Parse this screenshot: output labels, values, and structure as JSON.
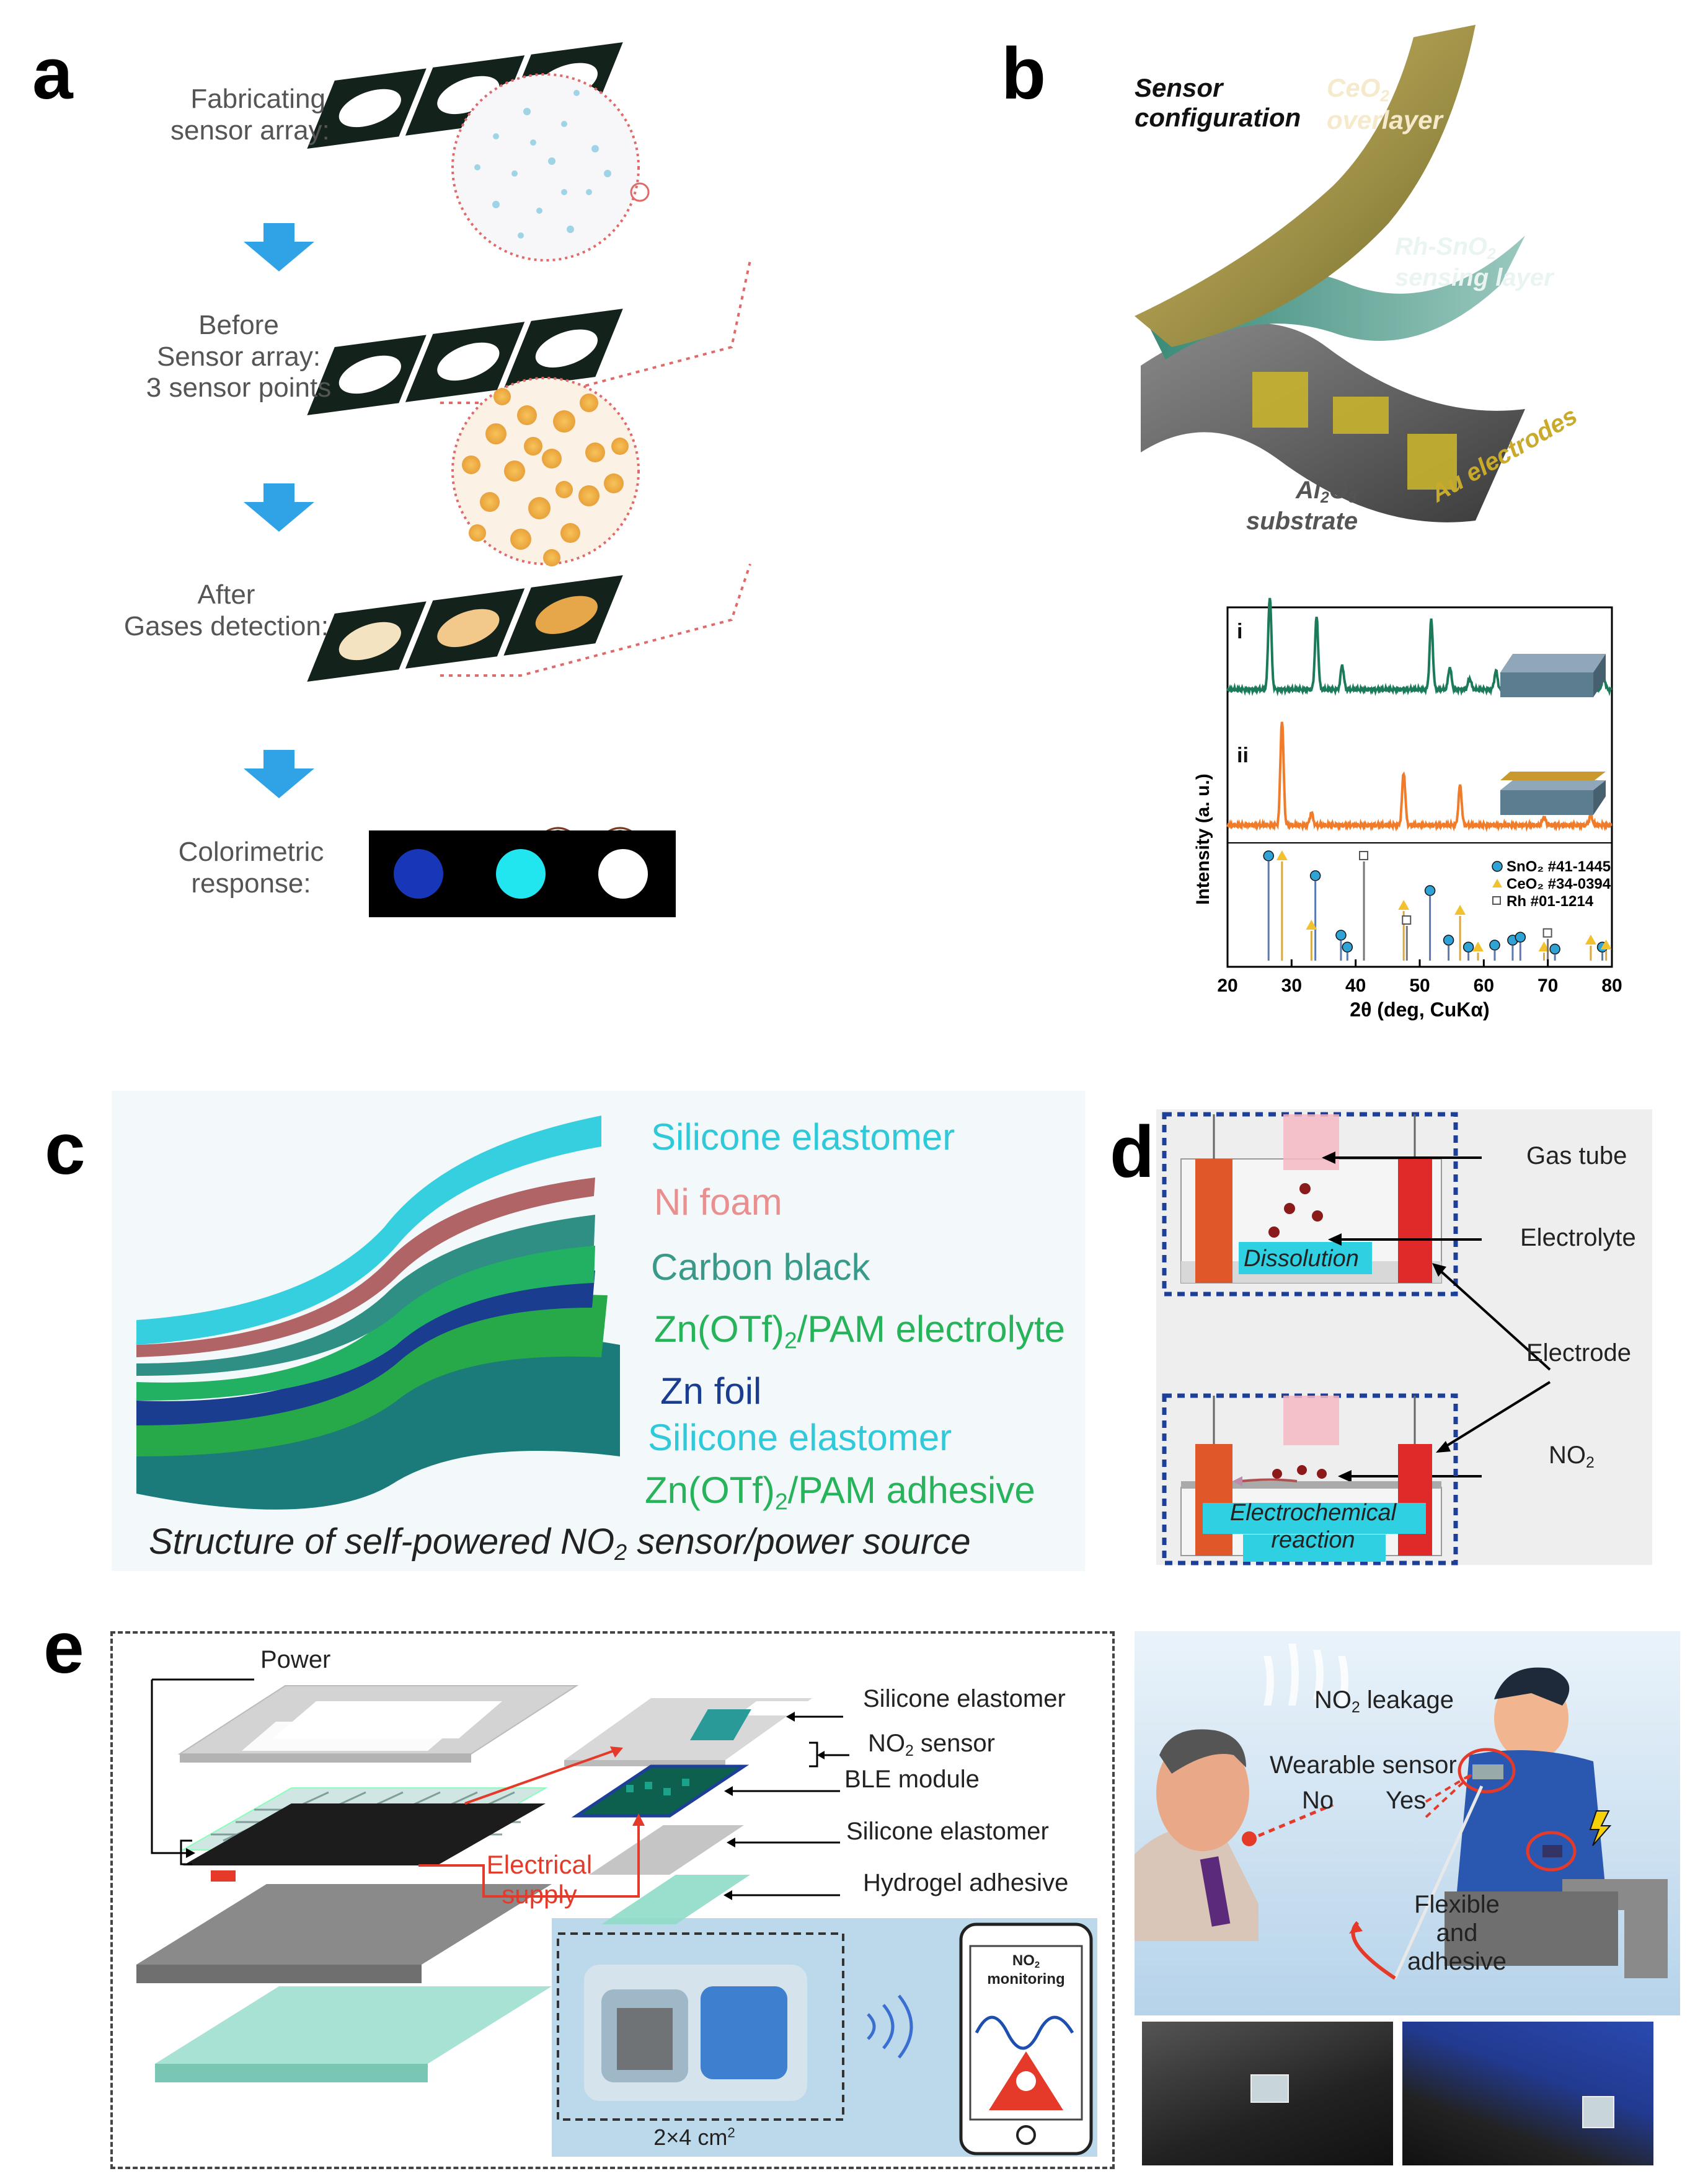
{
  "colors": {
    "arrow_blue": "#2fa3e6",
    "teal": "#2fc9d9",
    "pink": "#e98f8f",
    "green": "#26b35a",
    "dark_teal": "#3a9a8a",
    "navy": "#1b3d8f",
    "red": "#e53a2a",
    "xrd_green": "#1a7a5a",
    "xrd_orange": "#f07c2a"
  },
  "panel_a": {
    "label": "a",
    "steps": [
      {
        "line1": "Fabricating",
        "line2": "sensor array:",
        "line3": ""
      },
      {
        "line1": "Before",
        "line2": "Sensor array:",
        "line3": "3 sensor points"
      },
      {
        "line1": "After",
        "line2": "Gases detection:",
        "line3": ""
      },
      {
        "line1": "Colorimetric",
        "line2": "response:",
        "line3": ""
      }
    ],
    "response_dot_colors": [
      "#1736b8",
      "#21e6f0",
      "#ffffff"
    ]
  },
  "panel_b": {
    "label": "b",
    "config_title_1": "Sensor",
    "config_title_2": "configuration",
    "overlayer_1": "CeO",
    "overlayer_sub": "2",
    "overlayer_2": "overlayer",
    "sensing_1": "Rh-SnO",
    "sensing_sub": "2",
    "sensing_2": "sensing layer",
    "substrate_1": "Al",
    "substrate_sub1": "2",
    "substrate_mid": "O",
    "substrate_sub2": "3",
    "substrate_2": "substrate",
    "electrodes": "Au electrodes"
  },
  "chart_data": {
    "type": "line",
    "title": "",
    "xlabel": "2θ (deg, CuKα)",
    "ylabel": "Intensity (a. u.)",
    "xlim": [
      20,
      80
    ],
    "xticks": [
      "20",
      "30",
      "40",
      "50",
      "60",
      "70",
      "80"
    ],
    "series": [
      {
        "name": "i",
        "peaks": [
          [
            26.6,
            1.0
          ],
          [
            33.9,
            0.78
          ],
          [
            37.9,
            0.26
          ],
          [
            51.8,
            0.75
          ],
          [
            54.7,
            0.24
          ],
          [
            57.8,
            0.12
          ],
          [
            61.9,
            0.2
          ],
          [
            64.7,
            0.22
          ],
          [
            65.9,
            0.2
          ],
          [
            71.3,
            0.1
          ],
          [
            78.7,
            0.14
          ]
        ]
      },
      {
        "name": "ii",
        "peaks": [
          [
            28.5,
            1.0
          ],
          [
            33.1,
            0.12
          ],
          [
            47.5,
            0.5
          ],
          [
            56.3,
            0.38
          ],
          [
            69.4,
            0.08
          ],
          [
            76.7,
            0.1
          ]
        ]
      }
    ],
    "references": [
      {
        "name": "SnO₂ #41-1445",
        "marker": "circle",
        "color": "#2fa3d6",
        "positions": [
          [
            26.6,
            1.0
          ],
          [
            33.9,
            0.8
          ],
          [
            37.9,
            0.2
          ],
          [
            38.9,
            0.08
          ],
          [
            51.8,
            0.65
          ],
          [
            54.7,
            0.15
          ],
          [
            57.8,
            0.08
          ],
          [
            61.9,
            0.1
          ],
          [
            64.7,
            0.15
          ],
          [
            65.9,
            0.18
          ],
          [
            71.3,
            0.06
          ],
          [
            78.7,
            0.08
          ]
        ]
      },
      {
        "name": "CeO₂ #34-0394",
        "marker": "triangle",
        "color": "#f2c12e",
        "positions": [
          [
            28.5,
            1.0
          ],
          [
            33.1,
            0.3
          ],
          [
            47.5,
            0.5
          ],
          [
            56.3,
            0.45
          ],
          [
            59.1,
            0.08
          ],
          [
            69.4,
            0.08
          ],
          [
            76.7,
            0.15
          ],
          [
            79.1,
            0.1
          ]
        ]
      },
      {
        "name": "Rh #01-1214",
        "marker": "square",
        "color": "#9a9a9a",
        "positions": [
          [
            41.1,
            1.0
          ],
          [
            47.8,
            0.35
          ],
          [
            69.8,
            0.22
          ]
        ]
      }
    ]
  },
  "panel_c": {
    "label": "c",
    "layers": [
      {
        "parts": [
          "Silicone elastomer"
        ],
        "color": "#2fc9d9"
      },
      {
        "parts": [
          "Ni foam"
        ],
        "color": "#e98f8f"
      },
      {
        "parts": [
          "Carbon black"
        ],
        "color": "#3a9a8a"
      },
      {
        "parts": [
          "Zn(OTf)",
          "2",
          "/PAM electrolyte"
        ],
        "color": "#26b35a"
      },
      {
        "parts": [
          "Zn foil"
        ],
        "color": "#1b3d8f"
      },
      {
        "parts": [
          "Silicone elastomer"
        ],
        "color": "#2fc9d9"
      },
      {
        "parts": [
          "Zn(OTf)",
          "2",
          "/PAM adhesive"
        ],
        "color": "#26b35a"
      }
    ],
    "caption_1": "Structure of self-powered NO",
    "caption_sub": "2",
    "caption_2": " sensor/power source"
  },
  "panel_d": {
    "label": "d",
    "gas_tube": "Gas tube",
    "electrolyte": "Electrolyte",
    "electrode": "Electrode",
    "no2_1": "NO",
    "no2_sub": "2",
    "dissolution": "Dissolution",
    "reaction_1": "Electrochemical",
    "reaction_2": "reaction"
  },
  "panel_e": {
    "label": "e",
    "power": "Power",
    "electrical_1": "Electrical",
    "electrical_2": "supply",
    "silicone_top": "Silicone elastomer",
    "no2_sensor_1": "NO",
    "no2_sensor_sub": "2",
    "no2_sensor_2": " sensor",
    "ble": "BLE module",
    "silicone_bottom": "Silicone elastomer",
    "hydrogel": "Hydrogel adhesive",
    "size_1": "2×4 cm",
    "size_sup": "2",
    "phone_1": "NO",
    "phone_sub": "2",
    "phone_2": "monitoring",
    "leak_1": "NO",
    "leak_sub": "2",
    "leak_2": " leakage",
    "wearable": "Wearable sensor",
    "no": "No",
    "yes": "Yes",
    "flex_1": "Flexible",
    "flex_2": "and",
    "flex_3": "adhesive"
  }
}
